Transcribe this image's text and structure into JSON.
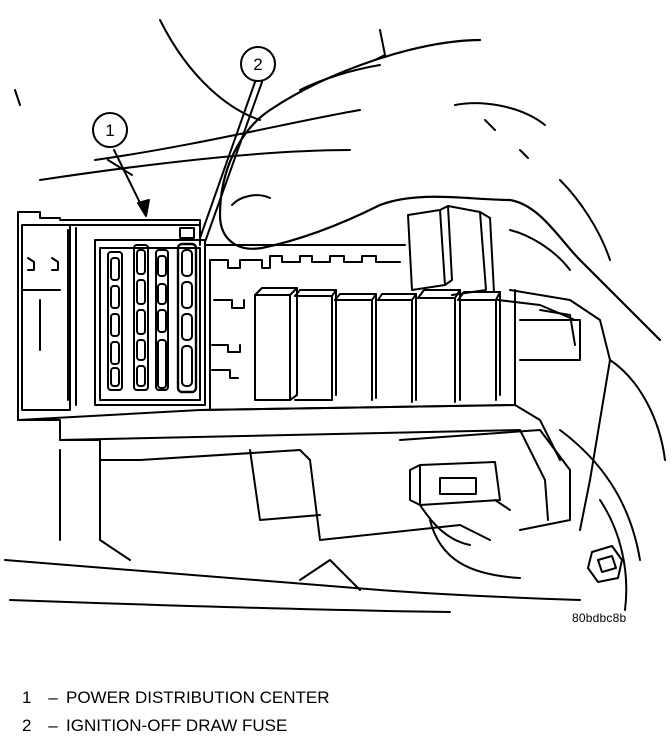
{
  "callouts": [
    {
      "number": "1",
      "label": "POWER DISTRIBUTION CENTER"
    },
    {
      "number": "2",
      "label": "IGNITION-OFF DRAW FUSE"
    }
  ],
  "legend_separator": "–",
  "figure_id": "80bdbc8b",
  "colors": {
    "line": "#000000",
    "background": "#ffffff"
  }
}
